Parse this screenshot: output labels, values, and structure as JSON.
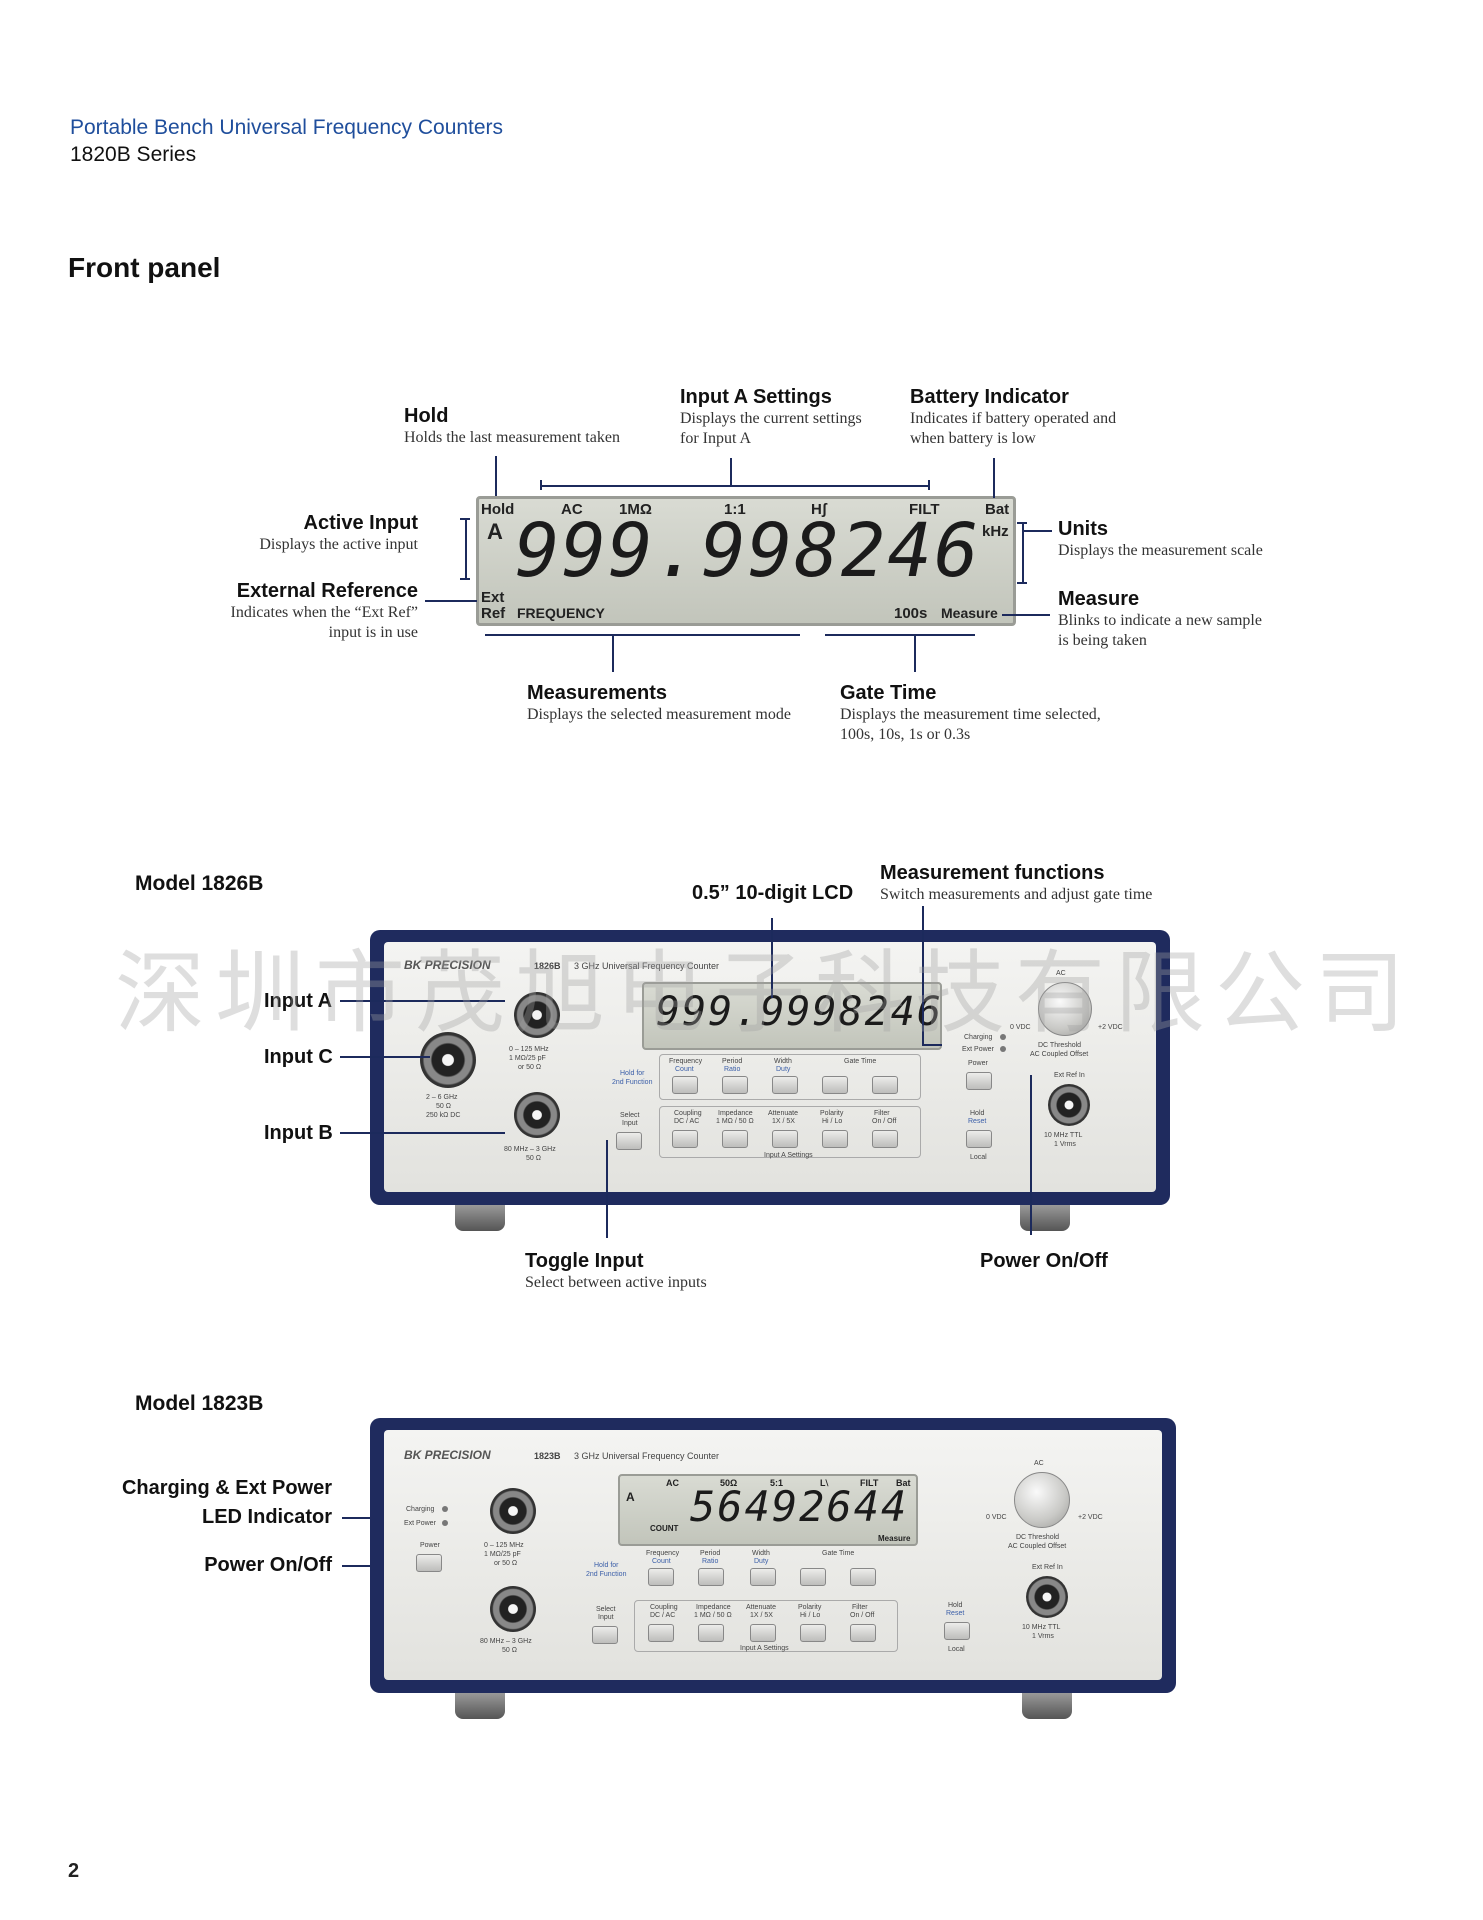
{
  "header": {
    "title": "Portable Bench Universal Frequency Counters",
    "series": "1820B Series"
  },
  "section_title": "Front panel",
  "callouts": {
    "hold": {
      "title": "Hold",
      "desc": "Holds the last measurement taken"
    },
    "input_a_settings": {
      "title": "Input A Settings",
      "desc": "Displays the current settings for Input A"
    },
    "battery": {
      "title": "Battery Indicator",
      "desc": "Indicates if battery operated and when battery is low"
    },
    "active_input": {
      "title": "Active Input",
      "desc": "Displays the active input"
    },
    "ext_ref": {
      "title": "External Reference",
      "desc": "Indicates when the “Ext Ref” input is in use"
    },
    "units": {
      "title": "Units",
      "desc": "Displays the measurement scale"
    },
    "measure": {
      "title": "Measure",
      "desc": "Blinks to indicate a new sample is being taken"
    },
    "measurements": {
      "title": "Measurements",
      "desc": "Displays the selected measurement mode"
    },
    "gate_time": {
      "title": "Gate Time",
      "desc": "Displays the measurement time selected, 100s, 10s, 1s or 0.3s"
    }
  },
  "lcd": {
    "hold": "Hold",
    "ac": "AC",
    "ohm": "1MΩ",
    "ratio": "1:1",
    "pol": "Hʃ",
    "filt": "FILT",
    "bat": "Bat",
    "input": "A",
    "reading": "999.998246",
    "unit": "kHz",
    "ext": "Ext",
    "ref": "Ref",
    "mode": "FREQUENCY",
    "gate": "100s",
    "measure": "Measure"
  },
  "model_1826b": {
    "title": "Model 1826B",
    "lcd_label": "0.5” 10-digit LCD",
    "functions_title": "Measurement functions",
    "functions_desc": "Switch measurements and adjust gate time",
    "input_a": "Input A",
    "input_c": "Input C",
    "input_b": "Input B",
    "toggle_title": "Toggle Input",
    "toggle_desc": "Select between active inputs",
    "power_label": "Power On/Off",
    "brand": "BK PRECISION",
    "model_no": "1826B",
    "model_desc": "3 GHz Universal Frequency Counter",
    "reading": "999.9998246",
    "spec_a": "0 – 125 MHz",
    "spec_a2": "1 MΩ/25 pF",
    "spec_a3": "or 50 Ω",
    "spec_c": "2 – 6 GHz",
    "spec_c2": "50 Ω",
    "spec_c3": "250 kΩ DC",
    "spec_b": "80 MHz – 3 GHz",
    "spec_b2": "50 Ω"
  },
  "model_1823b": {
    "title": "Model 1823B",
    "charging_label": "Charging & Ext Power",
    "led_label": "LED Indicator",
    "power_label": "Power On/Off",
    "brand": "BK PRECISION",
    "model_no": "1823B",
    "model_desc": "3 GHz Universal Frequency Counter",
    "reading": "56492644",
    "lcd_ac": "AC",
    "lcd_ohm": "50Ω",
    "lcd_ratio": "5:1",
    "lcd_pol": "L⧵",
    "lcd_filt": "FILT",
    "lcd_bat": "Bat",
    "lcd_input": "A",
    "lcd_mode": "COUNT",
    "lcd_measure": "Measure"
  },
  "panel_labels": {
    "freq": "Frequency",
    "count": "Count",
    "period": "Period",
    "ratio": "Ratio",
    "width": "Width",
    "duty": "Duty",
    "gate": "Gate Time",
    "hold2": "Hold for",
    "hold3": "2nd Function",
    "select": "Select",
    "input": "Input",
    "coupling": "Coupling",
    "dcac": "DC / AC",
    "impedance": "Impedance",
    "imp2": "1 MΩ / 50 Ω",
    "attenuate": "Attenuate",
    "att2": "1X / 5X",
    "polarity": "Polarity",
    "hilo": "Hi / Lo",
    "filter": "Filter",
    "onoff": "On / Off",
    "settings": "Input A Settings",
    "charging": "Charging",
    "extpower": "Ext Power",
    "power": "Power",
    "holdbtn": "Hold",
    "reset": "Reset",
    "local": "Local",
    "ac": "AC",
    "zero": "0 VDC",
    "plus2": "+2 VDC",
    "dcth": "DC Threshold",
    "acoff": "AC Coupled Offset",
    "extref": "Ext Ref In",
    "ttl": "10 MHz TTL",
    "vrms": "1 Vrms"
  },
  "watermark": "深圳市茂旭电子科技有限公司",
  "page_number": "2",
  "colors": {
    "accent": "#1f4e9c",
    "device_frame": "#1f2b5e",
    "line": "#1c2a5c"
  }
}
